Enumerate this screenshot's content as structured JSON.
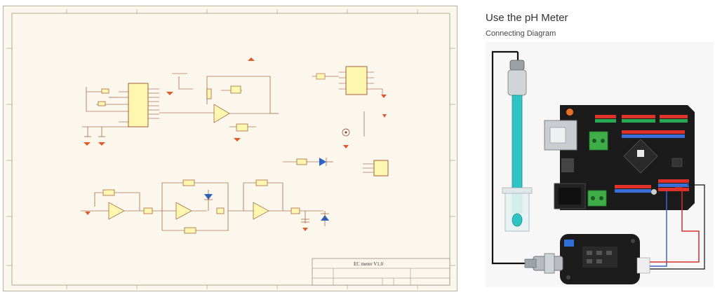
{
  "schematic": {
    "title_block": {
      "title": "EC meter V1.0"
    }
  },
  "ph_meter": {
    "heading": "Use the pH Meter",
    "subheading": "Connecting Diagram",
    "colors": {
      "board": "#1b1b1b",
      "probe": "#2ec4c4",
      "cable": "#111111",
      "wire_red": "#d9302c",
      "wire_blue": "#3c63c9",
      "header_red": "#e0312b",
      "header_green": "#27a853",
      "header_blue": "#3a6fd8",
      "terminal_green": "#3fae49"
    }
  }
}
